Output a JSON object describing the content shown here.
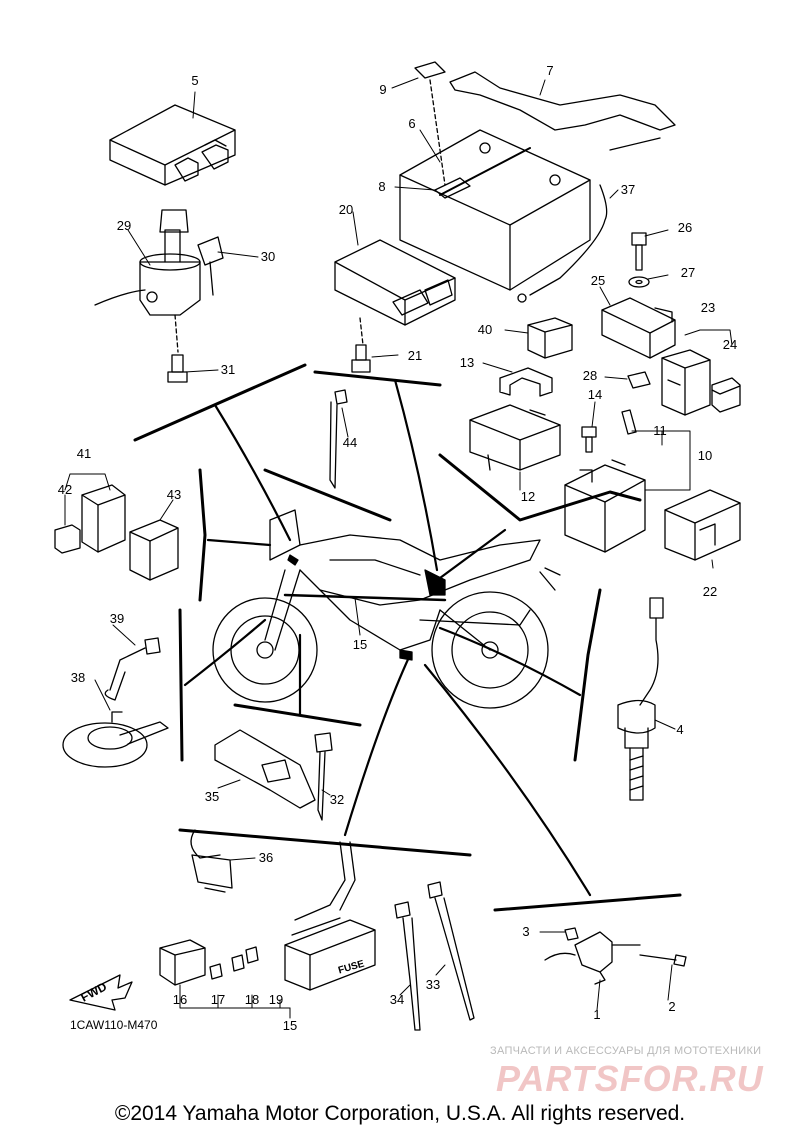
{
  "diagram": {
    "code": "1CAW110-M470",
    "fwd_label": "FWD",
    "fuse_label": "FUSE",
    "copyright": "©2014 Yamaha Motor Corporation, U.S.A. All rights reserved.",
    "watermark_top": "ЗАПЧАСТИ И АКСЕССУАРЫ ДЛЯ МОТОТЕХНИКИ",
    "watermark_logo": "PARTSFOR.RU"
  },
  "callouts": {
    "n1": "1",
    "n2": "2",
    "n3": "3",
    "n4": "4",
    "n5": "5",
    "n6": "6",
    "n7": "7",
    "n8": "8",
    "n9": "9",
    "n10": "10",
    "n11": "11",
    "n12": "12",
    "n13": "13",
    "n14": "14",
    "n15a": "15",
    "n15b": "15",
    "n16": "16",
    "n17": "17",
    "n18": "18",
    "n19": "19",
    "n20": "20",
    "n21": "21",
    "n22": "22",
    "n23": "23",
    "n24": "24",
    "n25": "25",
    "n26": "26",
    "n27": "27",
    "n28": "28",
    "n29": "29",
    "n30": "30",
    "n31": "31",
    "n32": "32",
    "n33": "33",
    "n34": "34",
    "n35": "35",
    "n36": "36",
    "n37": "37",
    "n38": "38",
    "n39": "39",
    "n40": "40",
    "n41": "41",
    "n42": "42",
    "n43": "43",
    "n44": "44"
  }
}
